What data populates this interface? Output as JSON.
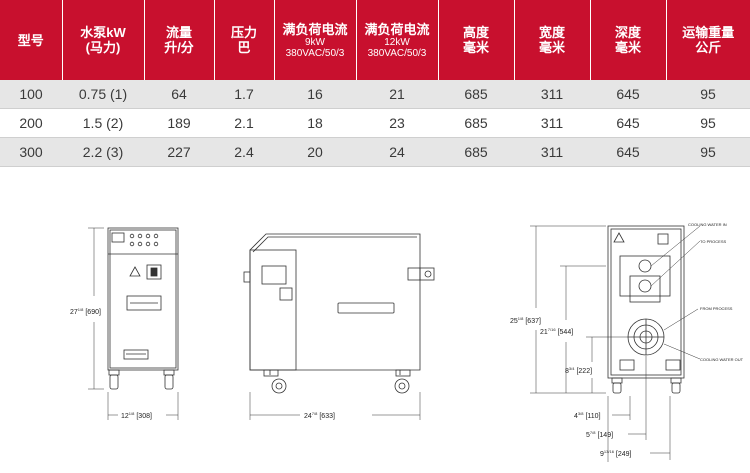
{
  "table": {
    "headers": [
      {
        "main": "型号",
        "sub": ""
      },
      {
        "main": "水泵kW",
        "main2": "(马力)",
        "sub": ""
      },
      {
        "main": "流量",
        "main2": "升/分",
        "sub": ""
      },
      {
        "main": "压力",
        "main2": "巴",
        "sub": ""
      },
      {
        "main": "满负荷电流",
        "sub": "9kW",
        "sub2": "380VAC/50/3"
      },
      {
        "main": "满负荷电流",
        "sub": "12kW",
        "sub2": "380VAC/50/3"
      },
      {
        "main": "高度",
        "main2": "毫米",
        "sub": ""
      },
      {
        "main": "宽度",
        "main2": "毫米",
        "sub": ""
      },
      {
        "main": "深度",
        "main2": "毫米",
        "sub": ""
      },
      {
        "main": "运输重量",
        "main2": "公斤",
        "sub": ""
      }
    ],
    "rows": [
      [
        "100",
        "0.75 (1)",
        "64",
        "1.7",
        "16",
        "21",
        "685",
        "311",
        "645",
        "95"
      ],
      [
        "200",
        "1.5 (2)",
        "189",
        "2.1",
        "18",
        "23",
        "685",
        "311",
        "645",
        "95"
      ],
      [
        "300",
        "2.2 (3)",
        "227",
        "2.4",
        "20",
        "24",
        "685",
        "311",
        "645",
        "95"
      ]
    ]
  },
  "drawings": {
    "front": {
      "height_label": "27",
      "height_frac": "1/8",
      "height_mm": "[690]",
      "width_label": "12",
      "width_frac": "1/8",
      "width_mm": "[308]"
    },
    "side": {
      "depth_label": "24",
      "depth_frac": "7/8",
      "depth_mm": "[633]"
    },
    "rear": {
      "dim_a": "25",
      "dim_a_frac": "1/8",
      "dim_a_mm": "[637]",
      "dim_b": "21",
      "dim_b_frac": "7/16",
      "dim_b_mm": "[544]",
      "dim_c": "8",
      "dim_c_frac": "3/4",
      "dim_c_mm": "[222]",
      "dim_d": "4",
      "dim_d_frac": "3/8",
      "dim_d_mm": "[110]",
      "dim_e": "5",
      "dim_e_frac": "7/8",
      "dim_e_mm": "[149]",
      "dim_f": "9",
      "dim_f_frac": "13/16",
      "dim_f_mm": "[249]",
      "callouts": [
        "COOLING WATER IN",
        "TO PROCESS",
        "FROM PROCESS",
        "COOLING WATER OUT"
      ]
    }
  }
}
